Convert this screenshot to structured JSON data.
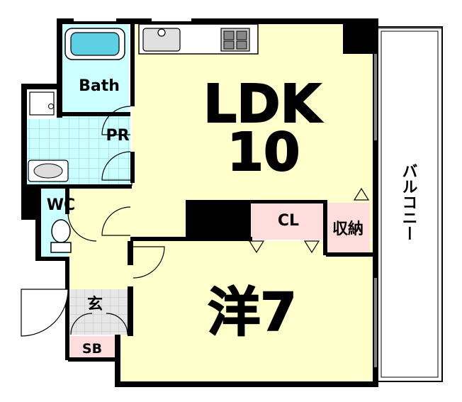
{
  "rooms": {
    "ldk_name": "LDK",
    "ldk_size": "10",
    "western_name": "洋",
    "western_size": "7",
    "bath": "Bath",
    "powder_room": "PR",
    "toilet": "WC",
    "closet": "CL",
    "storage": "収納",
    "entrance": "玄",
    "shoe_box": "SB",
    "balcony": "バルコニー"
  },
  "colors": {
    "main_room": "#ffffcc",
    "wet_area": "#ccffff",
    "storage": "#ffdddd",
    "entrance": "#dddddd",
    "walls": "#000000"
  }
}
